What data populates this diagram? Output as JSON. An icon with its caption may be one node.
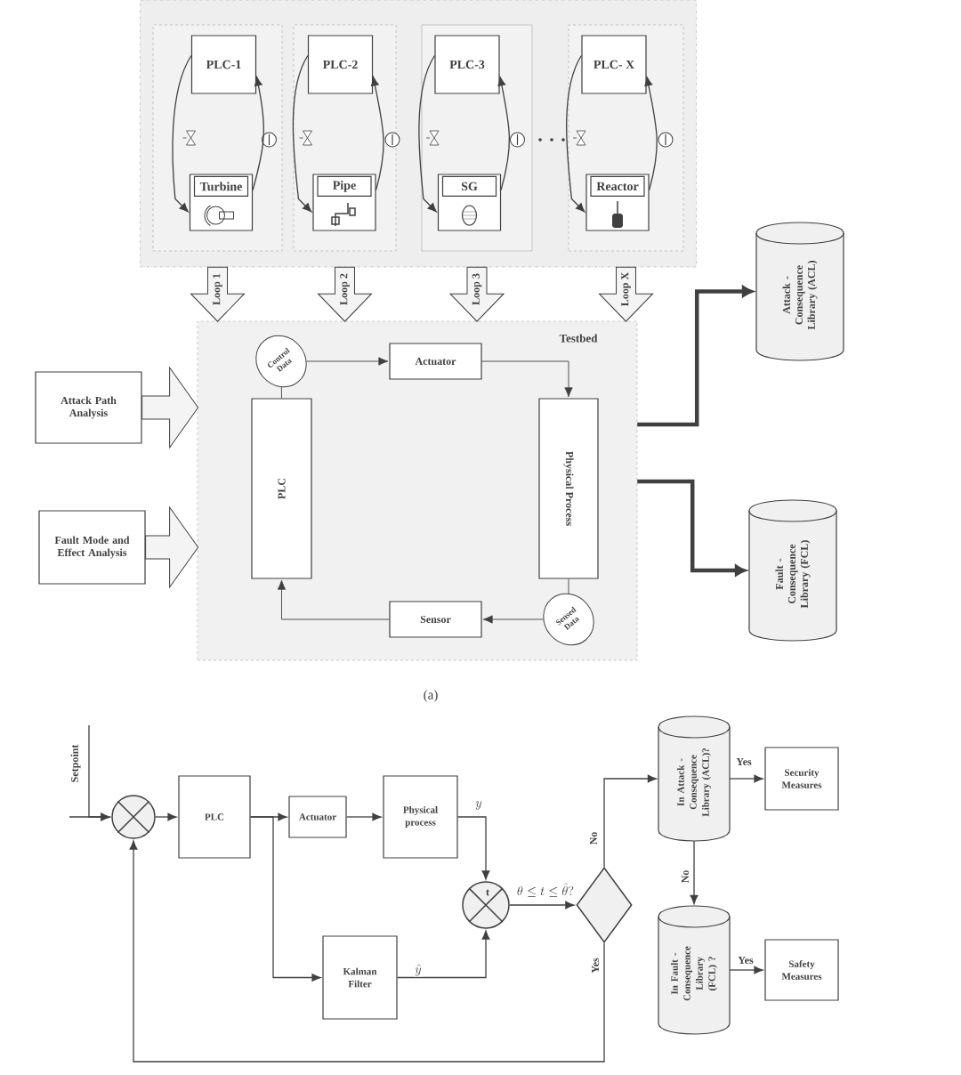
{
  "diagram": {
    "nodes": [
      {
        "text": [],
        "shape": "box"
      },
      {
        "text": [],
        "shape": "box",
        "in": 0
      },
      {
        "text": [
          "PLC-1"
        ],
        "in": 1
      },
      {
        "text": [
          "Turbine"
        ],
        "in": 1
      },
      {
        "text": [],
        "shape": "box",
        "in": 0
      },
      {
        "text": [
          "PLC-2"
        ],
        "in": 4
      },
      {
        "text": [
          "Pipe"
        ],
        "in": 4
      },
      {
        "text": [],
        "shape": "box",
        "in": 0
      },
      {
        "text": [
          "PLC-3"
        ],
        "in": 7
      },
      {
        "text": [
          "SG"
        ],
        "in": 7
      },
      {
        "text": [],
        "shape": "box",
        "in": 0
      },
      {
        "text": [
          "PLC- X"
        ],
        "in": 10
      },
      {
        "text": [
          "Reactor"
        ],
        "in": 10
      },
      {
        "text": [
          "Testbed"
        ]
      },
      {
        "text": [
          "Attack Path Analysis"
        ]
      },
      {
        "text": [
          "Fault Mode and Effect Analysis"
        ]
      },
      {
        "text": [
          "Control Data"
        ],
        "in": 13
      },
      {
        "text": [
          "Actuator"
        ],
        "in": 13
      },
      {
        "text": [
          "PLC"
        ],
        "in": 13
      },
      {
        "text": [
          "Physical Process"
        ],
        "in": 13
      },
      {
        "text": [
          "Sensed Data"
        ],
        "in": 13
      },
      {
        "text": [
          "Sensor"
        ],
        "in": 13
      },
      {
        "text": [
          "Attack - Consequence Library (ACL)"
        ]
      },
      {
        "text": [
          "Fault - Consequence Library (FCL)"
        ]
      },
      {
        "text": [],
        "shape": "circle"
      },
      {
        "text": [
          "PLC"
        ]
      },
      {
        "text": [
          "Actuator"
        ]
      },
      {
        "text": [
          "Physical process"
        ]
      },
      {
        "text": [
          "Kalman Filter"
        ]
      },
      {
        "text": [
          "t"
        ]
      },
      {
        "text": [],
        "shape": "diamond"
      },
      {
        "text": [
          "In Attack - Consequence Library (ACL)?"
        ]
      },
      {
        "text": [
          "In Fault - Consequence Library (FCL) ?"
        ]
      },
      {
        "text": [
          "Security Measures"
        ]
      },
      {
        "text": [
          "Safety Measures"
        ]
      }
    ],
    "edges": [
      {
        "from": 2,
        "to": 3,
        "arrow": "to"
      },
      {
        "from": 3,
        "to": 2,
        "arrow": "to"
      },
      {
        "from": 5,
        "to": 6,
        "arrow": "to"
      },
      {
        "from": 6,
        "to": 5,
        "arrow": "to"
      },
      {
        "from": 8,
        "to": 9,
        "arrow": "to"
      },
      {
        "from": 9,
        "to": 8,
        "arrow": "to"
      },
      {
        "from": 11,
        "to": 12,
        "arrow": "to"
      },
      {
        "from": 12,
        "to": 11,
        "arrow": "to"
      },
      {
        "from": 1,
        "to": 13,
        "arrow": "to",
        "label": "Loop 1"
      },
      {
        "from": 4,
        "to": 13,
        "arrow": "to",
        "label": "Loop 2"
      },
      {
        "from": 7,
        "to": 13,
        "arrow": "to",
        "label": "Loop 3"
      },
      {
        "from": 10,
        "to": 13,
        "arrow": "to",
        "label": "Loop X"
      },
      {
        "from": 14,
        "to": 13,
        "arrow": "to"
      },
      {
        "from": 15,
        "to": 13,
        "arrow": "to"
      },
      {
        "from": 18,
        "to": 16,
        "arrow": "none"
      },
      {
        "from": 16,
        "to": 17,
        "arrow": "to"
      },
      {
        "from": 17,
        "to": 19,
        "arrow": "to"
      },
      {
        "from": 19,
        "to": 20,
        "arrow": "none"
      },
      {
        "from": 20,
        "to": 21,
        "arrow": "to"
      },
      {
        "from": 21,
        "to": 18,
        "arrow": "to"
      },
      {
        "from": 13,
        "to": 22,
        "arrow": "to",
        "style": "thick"
      },
      {
        "from": 13,
        "to": 23,
        "arrow": "to",
        "style": "thick"
      },
      {
        "from": null,
        "to": 24,
        "arrow": "to"
      },
      {
        "from": null,
        "to": 24,
        "arrow": "to",
        "label": "Setpoint"
      },
      {
        "from": 24,
        "to": 25,
        "arrow": "to"
      },
      {
        "from": 25,
        "to": 26,
        "arrow": "to"
      },
      {
        "from": 25,
        "to": 28,
        "arrow": "to"
      },
      {
        "from": 26,
        "to": 27,
        "arrow": "to"
      },
      {
        "from": 27,
        "to": 29,
        "arrow": "to",
        "label": "y"
      },
      {
        "from": 28,
        "to": 29,
        "arrow": "to",
        "label": "\\hat{y}"
      },
      {
        "from": 29,
        "to": 30,
        "arrow": "to",
        "label": "\\theta\\leq t\\leq\\hat{\\theta}?"
      },
      {
        "from": 30,
        "to": 31,
        "arrow": "to",
        "label": "No"
      },
      {
        "from": 30,
        "to": 24,
        "arrow": "to",
        "label": "Yes"
      },
      {
        "from": 31,
        "to": 33,
        "arrow": "to",
        "label": "Yes"
      },
      {
        "from": 31,
        "to": 32,
        "arrow": "to",
        "label": "No"
      },
      {
        "from": 32,
        "to": 34,
        "arrow": "to",
        "label": "Yes"
      }
    ],
    "labels": [
      "(a)"
    ]
  }
}
